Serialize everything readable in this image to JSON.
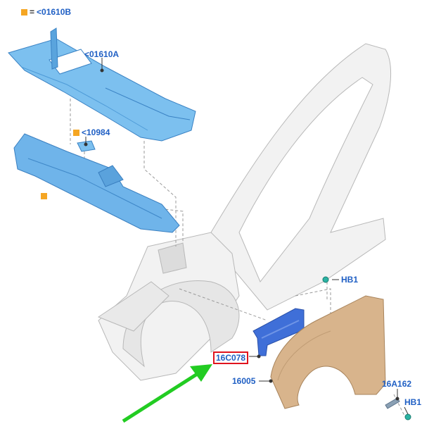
{
  "legend": {
    "marker_color": "#f5a623",
    "equals": "=",
    "code": "<01610B"
  },
  "labels": {
    "cowl_top": "<01610A",
    "bracket_small": "<10984",
    "hb1_top": "HB1",
    "bracket_main": "16C078",
    "fender": "16005",
    "clip": "16A162",
    "hb1_bottom": "HB1"
  },
  "colors": {
    "label_text": "#1f5fc4",
    "highlight_border": "#e0141e",
    "arrow": "#22cc22",
    "panel_blue": "#6fb4ea",
    "fender": "#d8b48c",
    "bracket_blue": "#3f6fd8",
    "body_grey": "#f0f0f0"
  }
}
